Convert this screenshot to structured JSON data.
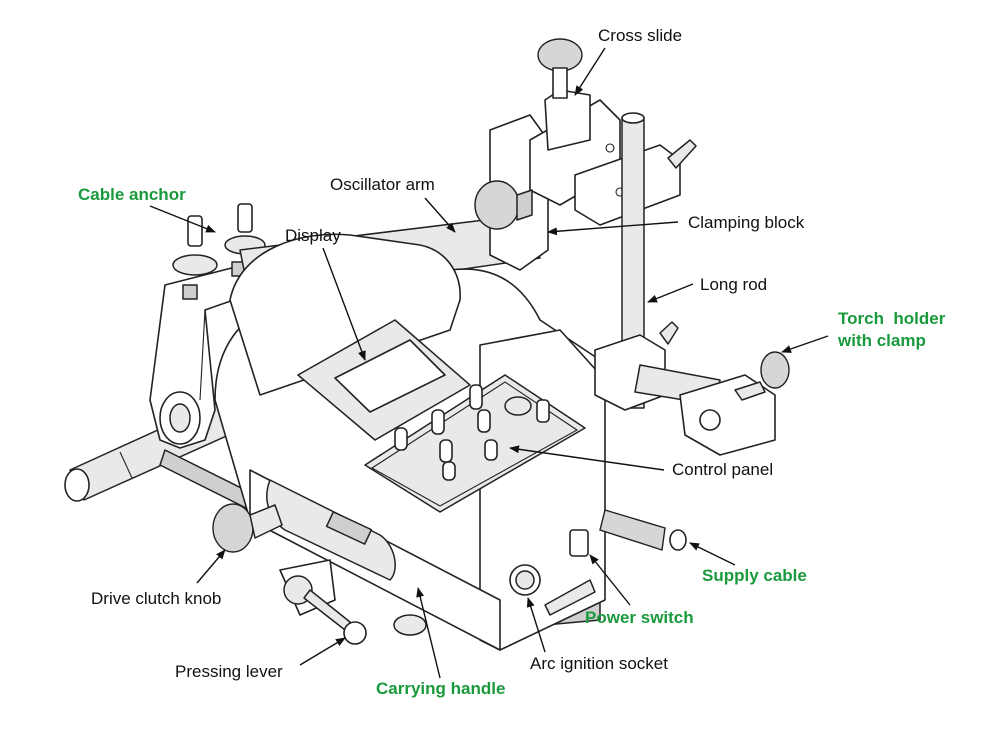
{
  "labels": {
    "cross_slide": "Cross slide",
    "cable_anchor": "Cable anchor",
    "oscillator_arm": "Oscillator arm",
    "clamping_block": "Clamping block",
    "display": "Display",
    "long_rod": "Long rod",
    "torch_holder_line1": "Torch  holder",
    "torch_holder_line2": "with clamp",
    "control_panel": "Control panel",
    "supply_cable": "Supply cable",
    "drive_clutch_knob": "Drive clutch knob",
    "power_switch": "Power switch",
    "arc_ignition_socket": "Arc ignition socket",
    "pressing_lever": "Pressing lever",
    "carrying_handle": "Carrying handle"
  },
  "colors": {
    "label_text": "#111111",
    "highlight_label": "#1a9a3c",
    "outline": "#222222",
    "fill_light": "#e9e9e9",
    "fill_dark": "#cfcfcf",
    "background": "#ffffff"
  }
}
